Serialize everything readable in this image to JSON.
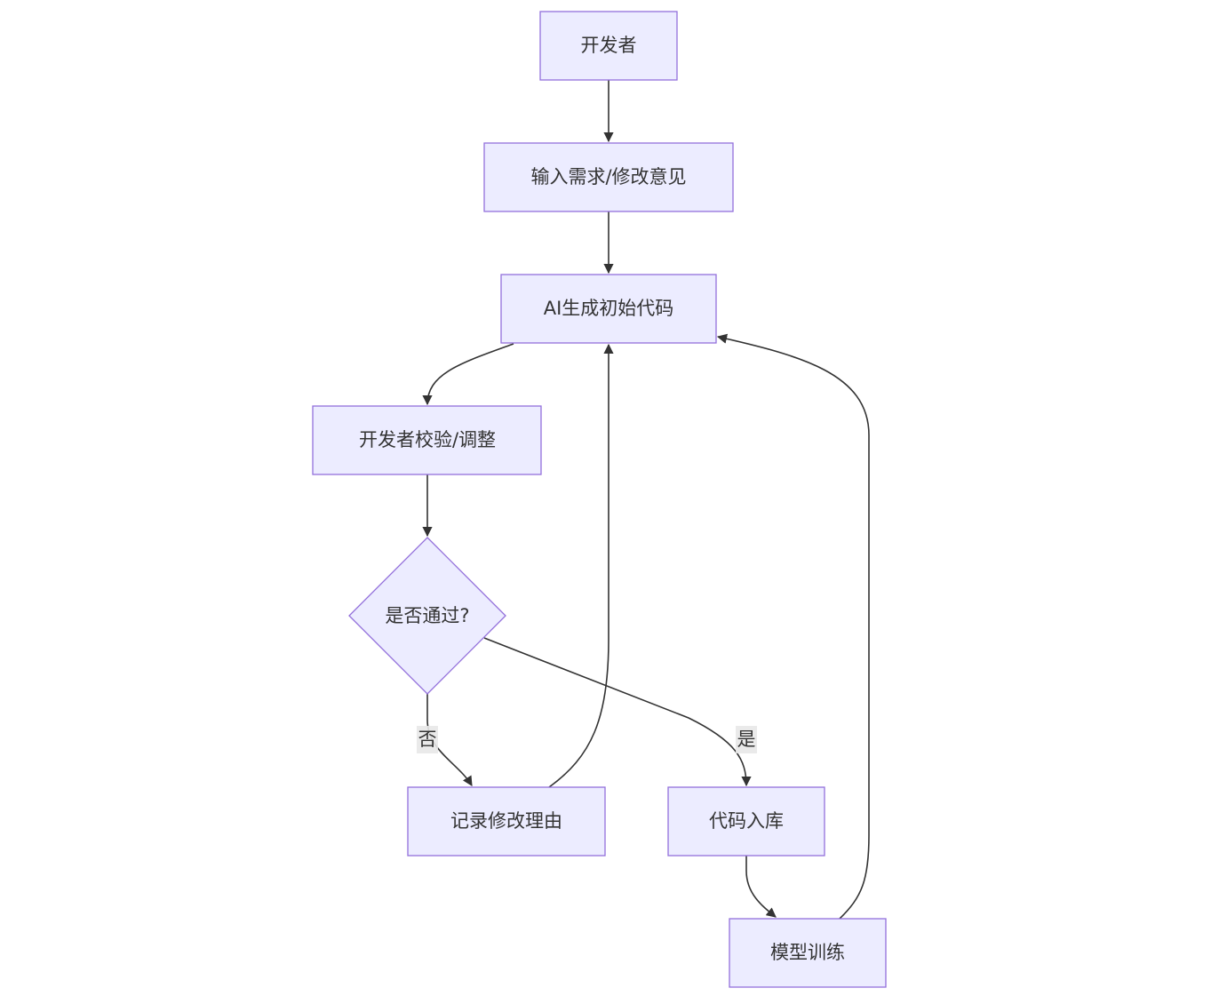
{
  "nodes": {
    "developer": "开发者",
    "input": "输入需求/修改意见",
    "ai_generate": "AI生成初始代码",
    "review": "开发者校验/调整",
    "decision": "是否通过?",
    "record": "记录修改理由",
    "commit": "代码入库",
    "train": "模型训练"
  },
  "edge_labels": {
    "no": "否",
    "yes": "是"
  },
  "colors": {
    "node_fill": "#ECECFF",
    "node_stroke": "#9370DB",
    "edge": "#333333",
    "text": "#333333",
    "edge_label_bg": "#e8e8e8"
  }
}
